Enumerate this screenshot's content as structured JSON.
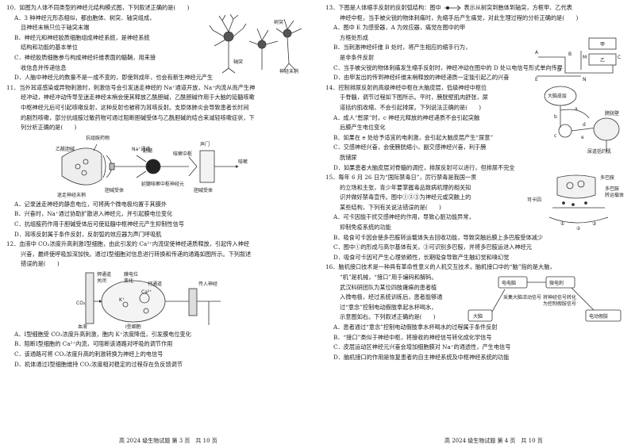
{
  "left": {
    "q10": {
      "stem": "10．如图为人体不同类型的神经元结构模式图，下列叙述正确的是(　　)",
      "options": [
        "A．3 种神经元形态相似，都由胞体、树突、轴突组成，",
        "且神经末梢只位于轴突末端",
        "B．神经元和神经胶质细胞组成神经系统，是神经系统",
        "结构和功能的基本单位",
        "C．神经胶质细胞参与构成神经纤维表面的髓鞘，用来接",
        "收信息并传递信息",
        "D．人脑中神经元的数量不是一成不变的，即使到成年，也会有新生神经元产生"
      ],
      "fig_labels": [
        "树突",
        "轴突",
        "神经末梢"
      ]
    },
    "q11": {
      "stem_lines": [
        "11．当外耳道感染或异物刺激时，刺激信号会引发迷走神经的 Na⁺通道开放，Na⁺内流从而产生神",
        "经冲动，神经冲动传导至迷走神经末梢会使其释放乙酰胆碱，乙酰胆碱作用于大脑的延髓咳嗽",
        "中枢神经元后可引起咳嗽反射，这种反射也被称为耳咳反射。支原体肺炎会导致患者长时间",
        "的剧烈咳嗽，部分抗组胺过敏药物可通过阻断胆碱受体与乙酰胆碱的结合来减轻咳嗽症状，下",
        "列分析正确的是(　　)"
      ],
      "fig_labels": [
        "抗组胺药物",
        "乙酰胆碱",
        "Na⁺通道",
        "声门",
        "咳嗽中枢",
        "延髓",
        "迷走神经末梢",
        "延髓咳嗽中枢神经元",
        "咳嗽",
        "胆碱受体",
        "胆碱受体"
      ],
      "options": [
        "A．记录迷走神经的静息电位，可将两个微电极均置于其膜外",
        "B．兴奋时，Na⁺通过协助扩散进入神经元，并引起膜电位变化",
        "C．抗组胺药作用于胆碱受体后可使延髓中枢神经元产生抑制性信号",
        "D．耳咳反射属于条件反射，反射弧的效应器为声门呼吸肌"
      ]
    },
    "q12": {
      "stem_lines": [
        "12．血液中 CO₂浓度升高刺激I型细胞，由此引发的 Ca²⁺内流促使神经递质释放，引起传入神经",
        "兴奋，最终使呼吸加深加快。通过I型细胞对信息进行转换和传递的通路如图所示。下列叙述",
        "错误的是(　　)"
      ],
      "fig_labels": [
        "钾通道",
        "关闭",
        "膜电位",
        "变化",
        "钙通道",
        "传入神经",
        "CO₂",
        "K⁺",
        "血液",
        "I型细胞",
        "Ca²⁺"
      ],
      "options": [
        "A．I型细胞受 CO₂浓度升高刺激，胞内 K⁺浓度降低，引发膜电位变化",
        "B．阻断I型细胞的 Ca²⁺内流，可阻断该通路对呼吸的调节作用",
        "C．该通路可将 CO₂浓度升高的刺激转换为神经上的电信号",
        "D．机体通过I型细胞维持 CO₂浓度相对稳定的过程存在负反馈调节"
      ]
    },
    "footer": "高 2024 级生物试题 第 3 页　共 10 页"
  },
  "right": {
    "q13": {
      "stem_lines": [
        "13．下图是人体缩手反射的反射弧结构：图中",
        "表示从树突到胞体到轴突，方框甲、乙代表",
        "神经中枢，当手被尖锐的物体刺痛时，先缩手后产生痛觉，对此生理过程的分析正确的是(　　)"
      ],
      "options": [
        "A．图中 E 为感受器，A 为效应器，痛觉在图中的甲",
        "方框处形成",
        "B．当刺激神经纤维 B 处时，将产生相应的缩手行为，",
        "是非条件反射",
        "C．当手被尖锐的物体刺痛发生缩手反射时，神经冲动在图中的 D 处以电信号形式单向传导",
        "D．由甲发出的传到神经纤维末梢释放的神经递质一定能引起乙的兴奋"
      ],
      "fig_labels": [
        "甲",
        "乙",
        "A",
        "B",
        "M",
        "C",
        "D",
        "E",
        "N"
      ]
    },
    "q14": {
      "stem_lines": [
        "14．控制排尿反射的高级神经中枢在大脑皮层，低级神经中枢位",
        "于脊髓，调节过程如下图所示。平时，膀胱壁肌肉舒张，尿",
        "道括约肌收缩，不会引起排尿。下列说法正确的是(　　)"
      ],
      "options": [
        "A．成人“憋尿”时，c 神经元释放的神经递质不会引起突触",
        "后膜产生电位变化",
        "B．如果在 e 处给予适宜的电刺激，会引起大脑皮层产生“尿意”",
        "C．交感神经兴奋，会使膀胱缩小，副交感神经兴奋，利于膀",
        "胱储尿",
        "D．如果患者大脑皮层对脊髓的调控，排尿反射可以进行，但排尿不完全"
      ],
      "fig_labels": [
        "大脑皮层",
        "a",
        "b",
        "c",
        "d",
        "e",
        "膀胱壁",
        "尿道括约肌"
      ]
    },
    "q15": {
      "stem_lines": [
        "15．每年 6 月 26 日为“国际禁毒日”，厉行禁毒是我国一贯",
        "的立场和主张，青少年要掌握毒品致病机理的相关知",
        "识并做好禁毒宣传。图中①②③为神经元或突触上的",
        "某些结构，下列有关说法错误的是(　　)"
      ],
      "options": [
        "A．可卡因能干扰交感神经的作用，导致心脏功能异常，",
        "抑制免疫系统的功能",
        "B．吸食可卡因会使多巴胺转运载体失去回收功能，导致突触后膜上多巴胺受体减少",
        "C．图中①的形成与高尔基体有关，③可识别多巴胺，并将多巴胺运进入神经元",
        "D．吸食可卡因可产生心理依赖性，长期吸食导致产生触幻觉和嗅幻觉"
      ],
      "fig_labels": [
        "多巴胺",
        "多巴胺",
        "转运载体",
        "可卡因",
        "①",
        "②",
        "③"
      ]
    },
    "q16": {
      "stem_lines": [
        "16．脑机接口技术是一种具有革命性意义的人机交互技术，脑机接口中的“脑”指的是大脑，",
        "“机”是机械，“接口”用于编码和解码。",
        "武汉科研团队为某位四肢瘫痪的患者植",
        "入微电极，经过系统训练后，患者能够通",
        "过“意念”控制电动假肢拿起水杯喝水，",
        "示意图如右。下列叙述正确的是(　　)"
      ],
      "options": [
        "A．患者通过“意念”控制电动假肢拿水杯喝水的过程属于条件反射",
        "B．“接口”类似于神经中枢，将接收的神经信号转化成化学信号",
        "C．皮层运动区神经元兴奋会增加细胞膜对 Na⁺的通透性，产生电信号",
        "D．脑机接口的作用是恢复患者的自主神经系统及中枢神经系统的功能"
      ],
      "fig_labels": [
        "电电脑",
        "微电刺",
        "大脑",
        "电动假肢",
        "采集大脑活动信号",
        "将神经信号转化",
        "为控制假肢信号"
      ]
    },
    "footer": "高 2024 级生物试题 第 4 页　共 10 页"
  }
}
